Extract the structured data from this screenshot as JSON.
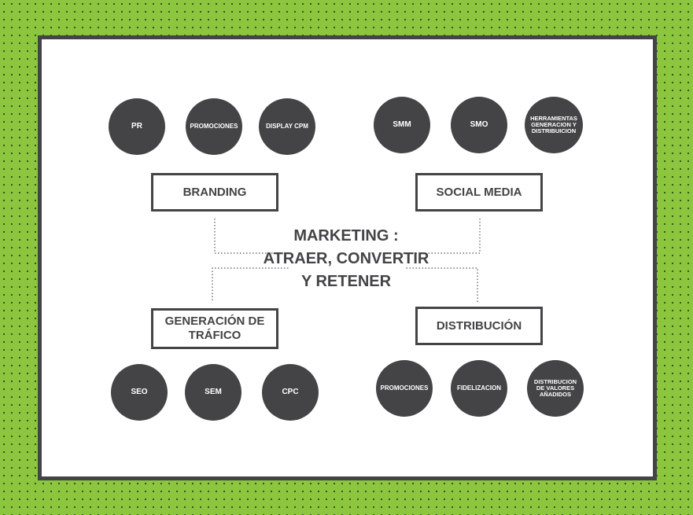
{
  "colors": {
    "background": "#8cc63f",
    "dots": "#2f4a1a",
    "dark": "#444446",
    "card": "#ffffff"
  },
  "center": {
    "line1": "MARKETING :",
    "line2": "ATRAER, CONVERTIR",
    "line3": "Y RETENER"
  },
  "branches": {
    "branding": {
      "label": "BRANDING",
      "items": [
        "PR",
        "PROMOCIONES",
        "DISPLAY CPM"
      ]
    },
    "social_media": {
      "label": "SOCIAL MEDIA",
      "items": [
        "SMM",
        "SMO",
        "HERRAMIENTAS GENERACION Y DISTRIBUICION"
      ]
    },
    "trafico": {
      "label": "GENERACIÓN DE TRÁFICO",
      "items": [
        "SEO",
        "SEM",
        "CPC"
      ]
    },
    "distribucion": {
      "label": "DISTRIBUCIÓN",
      "items": [
        "PROMOCIONES",
        "FIDELIZACION",
        "DISTRIBUCION DE VALORES AÑADIDOS"
      ]
    }
  }
}
